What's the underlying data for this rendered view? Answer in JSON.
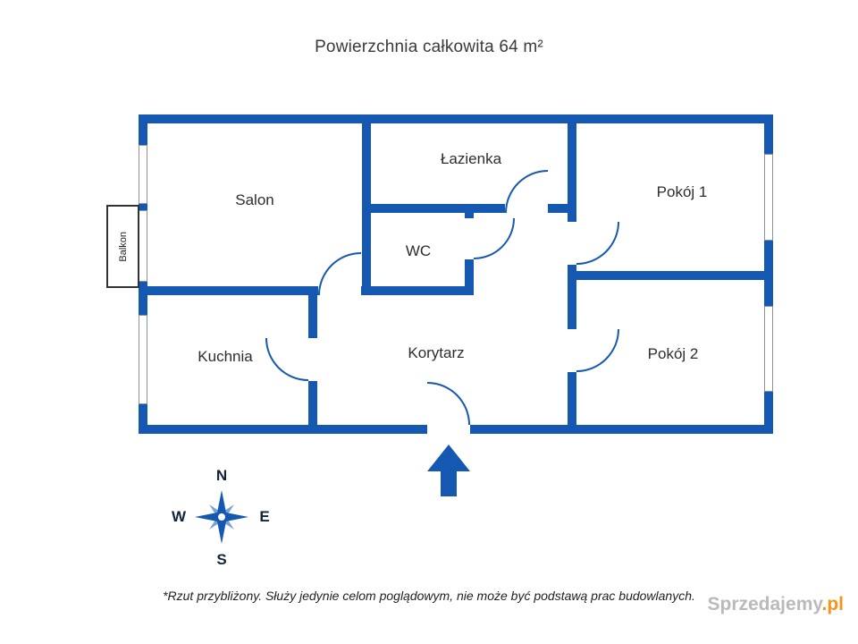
{
  "title": "Powierzchnia całkowita 64 m²",
  "rooms": {
    "salon": "Salon",
    "lazienka": "Łazienka",
    "pokoj1": "Pokój 1",
    "wc": "WC",
    "kuchnia": "Kuchnia",
    "korytarz": "Korytarz",
    "pokoj2": "Pokój 2"
  },
  "balcony": {
    "label": "Balkon"
  },
  "compass": {
    "n": "N",
    "e": "E",
    "s": "S",
    "w": "W"
  },
  "note": "*Rzut przybliżony. Służy jedynie celom poglądowym, nie może być podstawą prac budowlanych.",
  "watermark": {
    "brand": "Sprzedajemy",
    "dot": ".",
    "tld": "pl"
  },
  "colors": {
    "wall": "#1558b1",
    "compass-light": "#7aa3d6",
    "orange": "#f7941d",
    "text": "#333333"
  }
}
